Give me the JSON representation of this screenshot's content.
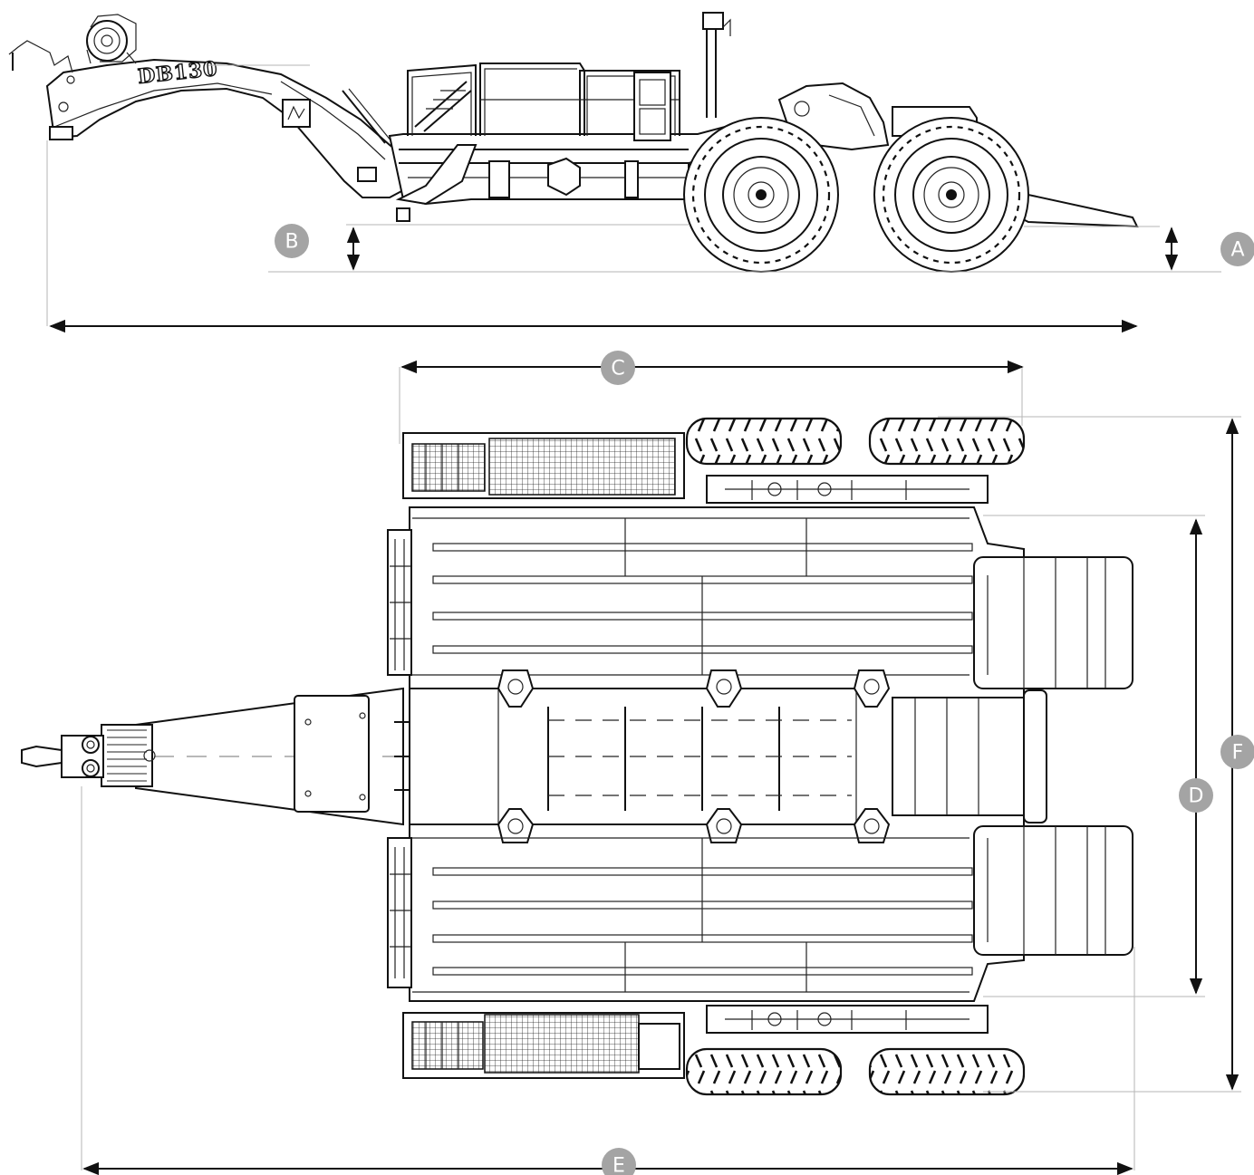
{
  "model_label": "DB130",
  "dimension_labels": {
    "A": "A",
    "B": "B",
    "C": "C",
    "D": "D",
    "E": "E",
    "F": "F"
  },
  "colors": {
    "line": "#111111",
    "guide": "#b5b5b5",
    "badge": "#a4a4a4",
    "badge_text": "#ffffff",
    "background": "#ffffff"
  }
}
